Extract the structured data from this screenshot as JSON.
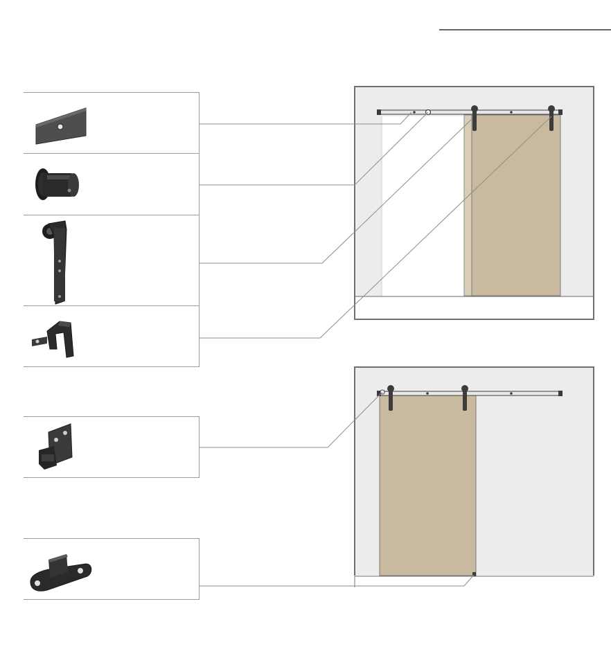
{
  "title": "",
  "parts": [
    {
      "id": "spacer",
      "name": "spacer-plate-icon",
      "label": ""
    },
    {
      "id": "end-stop",
      "name": "end-stop-icon",
      "label": ""
    },
    {
      "id": "hanger",
      "name": "strap-hanger-icon",
      "label": ""
    },
    {
      "id": "bracket",
      "name": "wall-bracket-icon",
      "label": ""
    },
    {
      "id": "anti-jump",
      "name": "anti-jump-block-icon",
      "label": ""
    },
    {
      "id": "floor-guide",
      "name": "floor-guide-icon",
      "label": ""
    }
  ],
  "colors": {
    "door": "#c9b99e",
    "wall": "#ececec",
    "frame": "#707070",
    "hardware": "#3c3c3c",
    "leader": "#8c8c8c"
  }
}
